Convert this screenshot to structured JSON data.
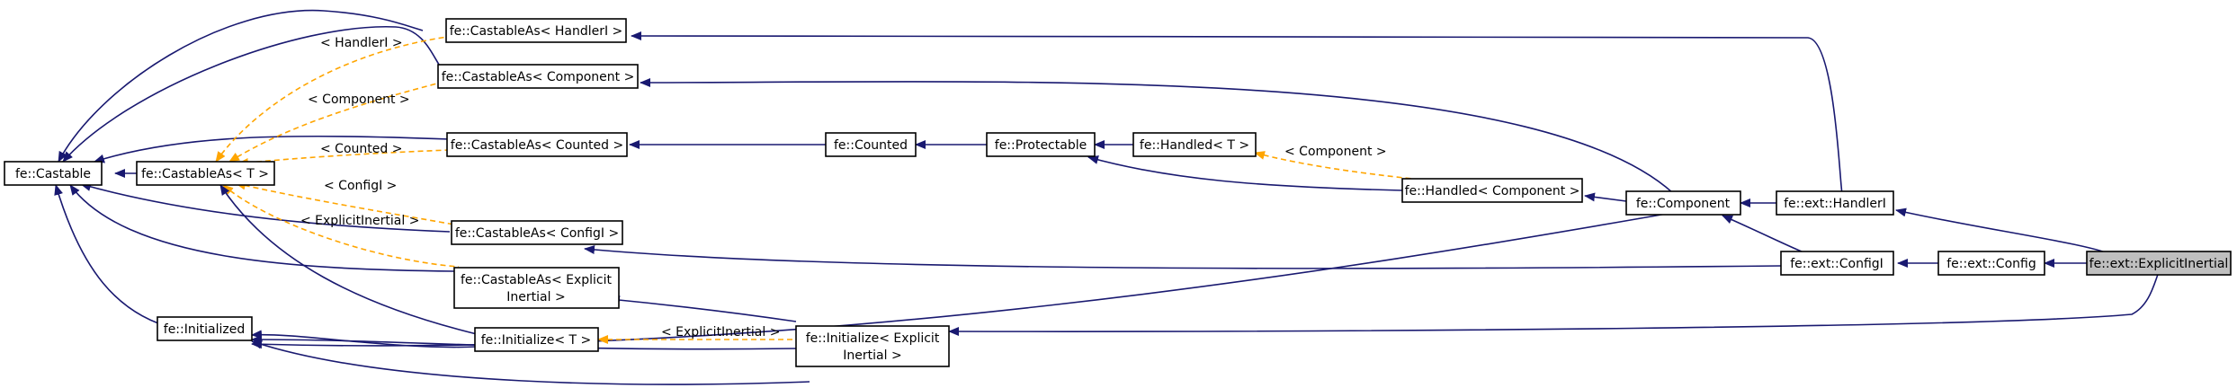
{
  "colors": {
    "inherit": "#191970",
    "template": "#ffa500",
    "highlight": "#bfbfbf"
  },
  "nodes": {
    "castable": "fe::Castable",
    "castableAsT": "fe::CastableAs< T >",
    "initialized": "fe::Initialized",
    "castableAsHandlerI": "fe::CastableAs< HandlerI >",
    "castableAsComponent": "fe::CastableAs< Component >",
    "castableAsCounted": "fe::CastableAs< Counted >",
    "castableAsConfigI": "fe::CastableAs< ConfigI >",
    "castableAsExplicitInertial": [
      "fe::CastableAs< Explicit",
      "Inertial >"
    ],
    "initializeT": "fe::Initialize< T >",
    "counted": "fe::Counted",
    "protectable": "fe::Protectable",
    "handledT": "fe::Handled< T >",
    "handledComponent": "fe::Handled< Component >",
    "component": "fe::Component",
    "initializeExplicitInertial": [
      "fe::Initialize< Explicit",
      "Inertial >"
    ],
    "handlerI": "fe::ext::HandlerI",
    "configI": "fe::ext::ConfigI",
    "config": "fe::ext::Config",
    "explicitInertial": "fe::ext::ExplicitInertial"
  },
  "edge_labels": {
    "handlerI": "< HandlerI >",
    "component": "< Component >",
    "counted": "< Counted >",
    "configI": "< ConfigI >",
    "explicitInertial": "< ExplicitInertial >",
    "explicitInertial2": "< ExplicitInertial >",
    "handledComponent": "< Component >"
  }
}
